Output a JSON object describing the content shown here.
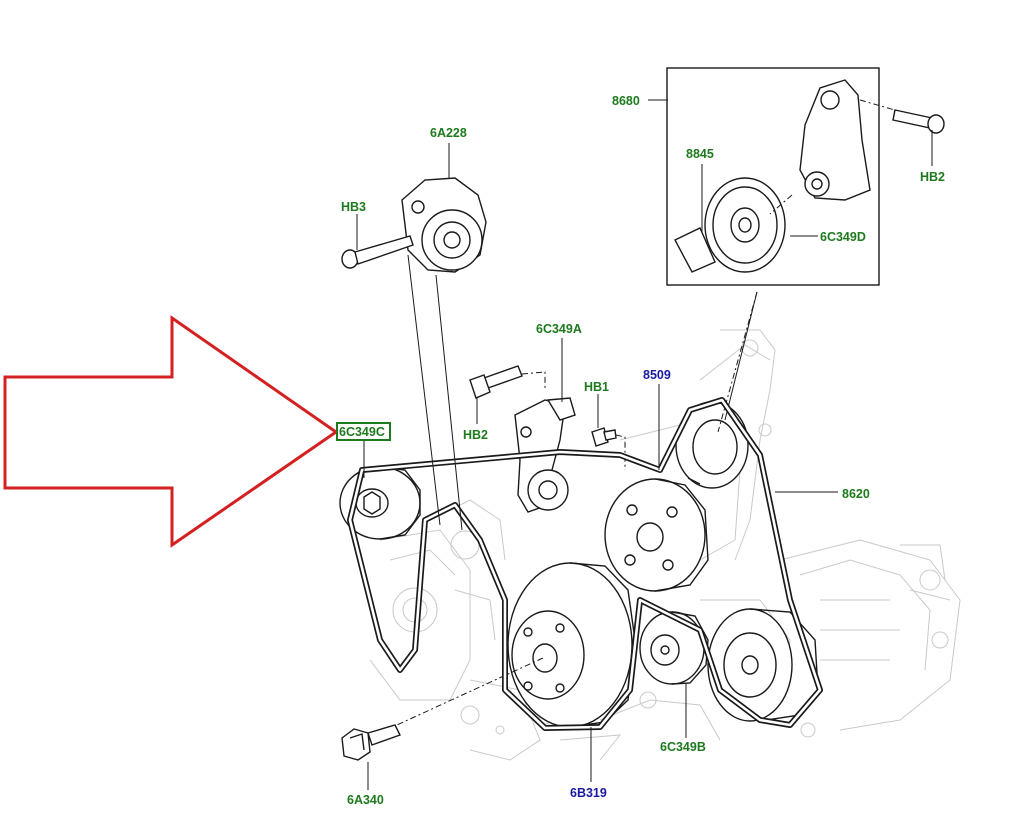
{
  "labels": {
    "l_6A228": "6A228",
    "l_HB3": "HB3",
    "l_8680": "8680",
    "l_8845": "8845",
    "l_HB2_top": "HB2",
    "l_6C349D": "6C349D",
    "l_6C349A": "6C349A",
    "l_HB1": "HB1",
    "l_8509": "8509",
    "l_HB2_mid": "HB2",
    "l_6C349C": "6C349C",
    "l_8620": "8620",
    "l_6C349B": "6C349B",
    "l_6A340": "6A340",
    "l_6B319": "6B319"
  },
  "colors": {
    "part_label": "#1e7a1e",
    "ref_label": "#1a1aa0",
    "arrow": "#d42020",
    "highlight_box": "#1e7a1e"
  }
}
